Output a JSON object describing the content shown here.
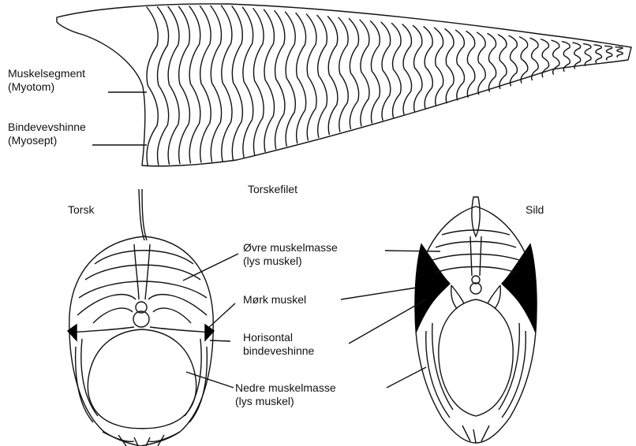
{
  "figure": {
    "fillet_caption": "Torskefilet",
    "cod_caption": "Torsk",
    "herring_caption": "Sild",
    "labels": {
      "muscle_segment": {
        "line1": "Muskelsegment",
        "line2": "(Myotom)"
      },
      "connective_sheath": {
        "line1": "Bindevevshinne",
        "line2": "(Myosept)"
      },
      "upper_muscle_mass": {
        "line1": "Øvre muskelmasse",
        "line2": "(lys muskel)"
      },
      "dark_muscle": {
        "line1": "Mørk muskel"
      },
      "horizontal_sheath": {
        "line1": "Horisontal",
        "line2": "bindeveshinne"
      },
      "lower_muscle_mass": {
        "line1": "Nedre muskelmasse",
        "line2": "(lys muskel)"
      }
    }
  },
  "colors": {
    "ink": "#111111",
    "paper": "#ffffff",
    "dark_muscle": "#000000"
  }
}
